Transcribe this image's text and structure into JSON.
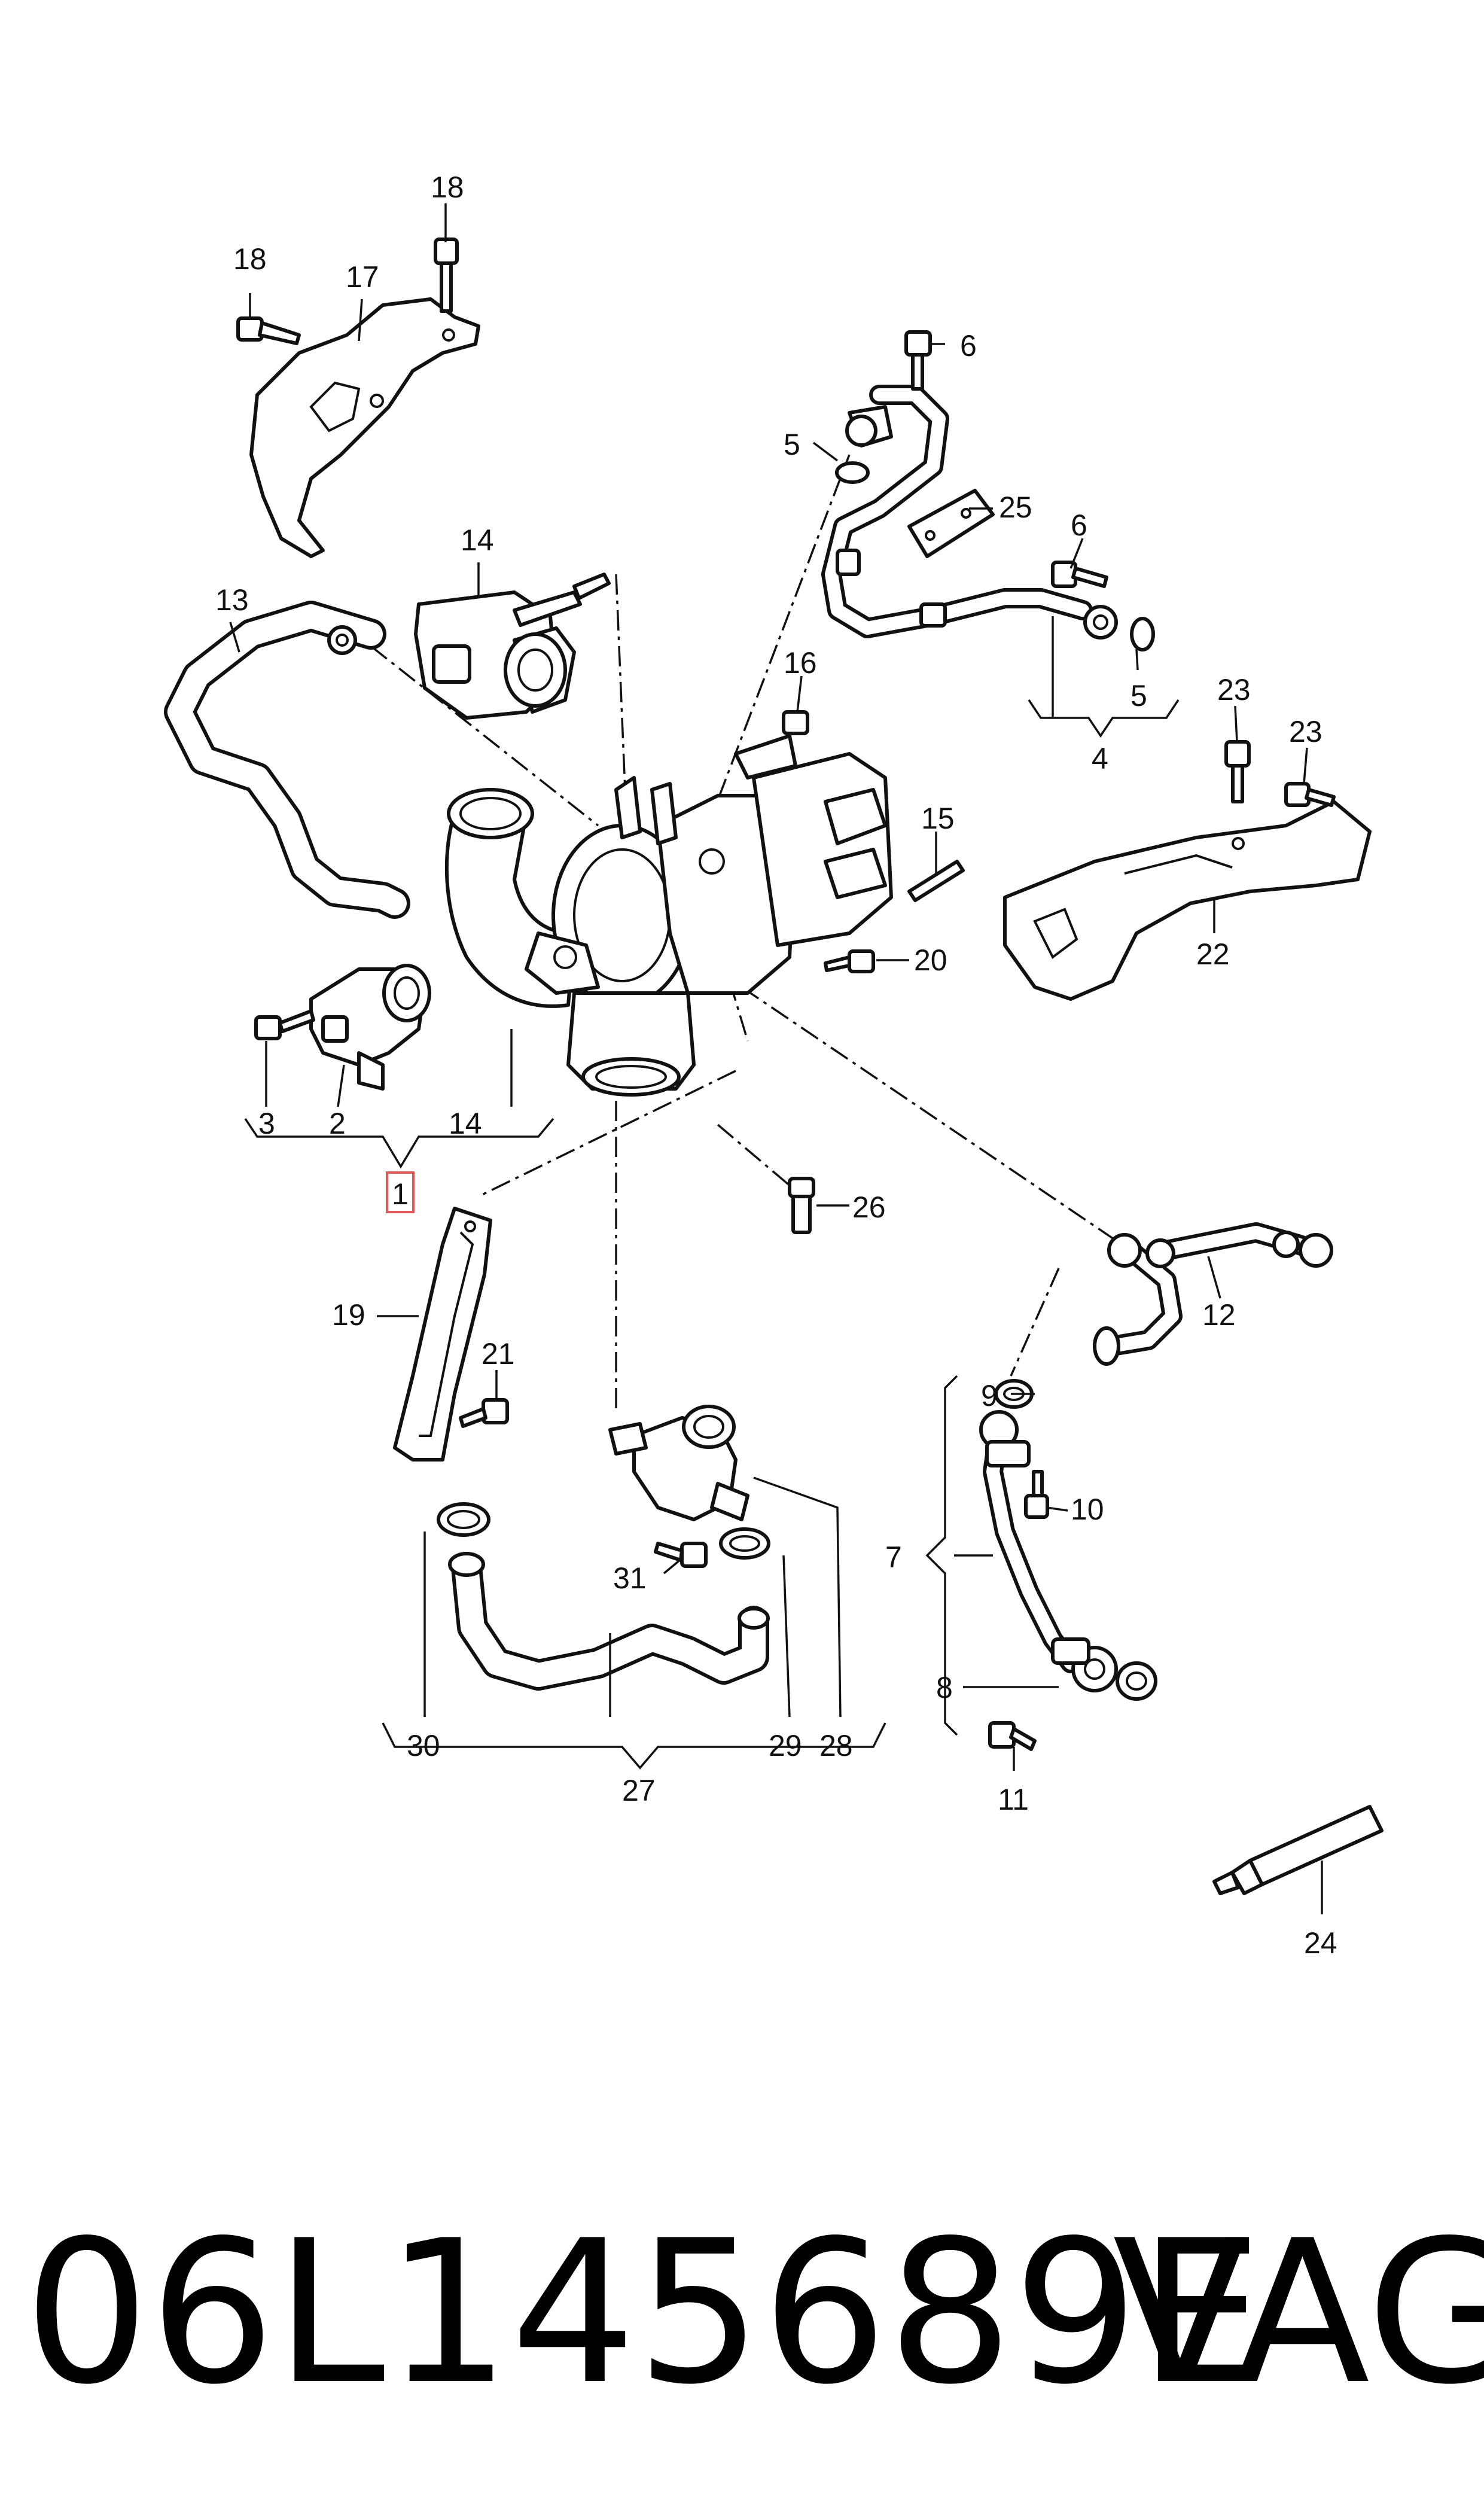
{
  "diagram": {
    "callouts": {
      "c1": "1",
      "c2": "2",
      "c3": "3",
      "c4": "4",
      "c5a": "5",
      "c5b": "5",
      "c6a": "6",
      "c6b": "6",
      "c7": "7",
      "c8": "8",
      "c9": "9",
      "c10": "10",
      "c11": "11",
      "c12": "12",
      "c13": "13",
      "c14a": "14",
      "c14b": "14",
      "c15": "15",
      "c16": "16",
      "c17": "17",
      "c18a": "18",
      "c18b": "18",
      "c19": "19",
      "c20": "20",
      "c21": "21",
      "c22": "22",
      "c23a": "23",
      "c23b": "23",
      "c24": "24",
      "c25": "25",
      "c26": "26",
      "c27": "27",
      "c28": "28",
      "c29": "29",
      "c30": "30",
      "c31": "31"
    },
    "highlight_color": "#e05a5a"
  },
  "footer": {
    "part_number": "06L145689E",
    "brand": "VAG"
  }
}
